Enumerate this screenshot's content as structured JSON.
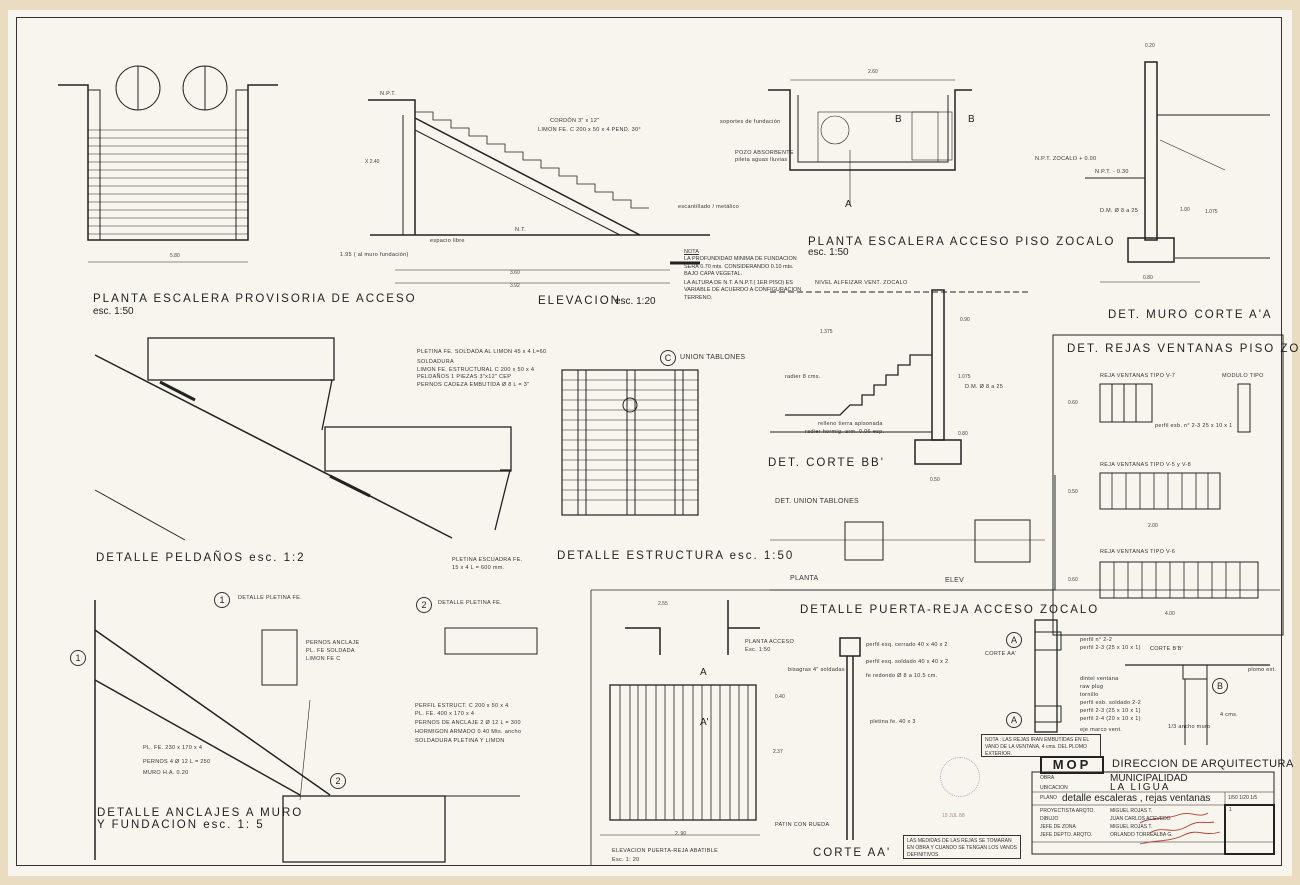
{
  "titles": {
    "planta_provisoria": "PLANTA  ESCALERA  PROVISORIA  DE  ACCESO",
    "planta_provisoria_scale": "esc.  1:50",
    "elevacion": "ELEVACION",
    "elevacion_scale": "esc.  1:20",
    "planta_zocalo": "PLANTA  ESCALERA  ACCESO  PISO  ZOCALO",
    "planta_zocalo_scale": "esc.  1:50",
    "det_muro": "DET.  MURO     CORTE  A'A",
    "det_rejas": "DET.  REJAS  VENTANAS  PISO  ZOCALO",
    "detalle_peldanos": "DETALLE   PELDAÑOS   esc.  1:2",
    "detalle_estructura": "DETALLE   ESTRUCTURA   esc.  1:50",
    "det_corte_bb": "DET.  CORTE  BB'",
    "det_union_tablones": "DET.  UNION  TABLONES",
    "union_tablones": "UNION  TABLONES",
    "detalle_puerta": "DETALLE    PUERTA-REJA  ACCESO  ZOCALO",
    "detalle_anclajes_1": "DETALLE  ANCLAJES  A  MURO",
    "detalle_anclajes_2": "Y  FUNDACION    esc.  1: 5",
    "corte_aa": "CORTE  AA'",
    "elevacion_puerta": "ELEVACION  PUERTA-REJA  ABATIBLE",
    "elevacion_puerta_scale": "Esc.  1: 20",
    "planta_acceso": "PLANTA  ACCESO",
    "planta_acceso_scale": "Esc. 1:50",
    "detalle_pletina_1": "DETALLE  PLETINA  FE.",
    "detalle_pletina_2": "DETALLE  PLETINA  FE.",
    "planta": "PLANTA",
    "elev": "ELEV",
    "reja_v7": "REJA  VENTANAS  TIPO   V-7",
    "modulo_tipo": "MODULO  TIPO",
    "reja_v5": "REJA  VENTANAS  TIPO   V-5  y  V-8",
    "reja_v6": "REJA  VENTANAS  TIPO   V-6",
    "corte_aa_small": "CORTE  AA'",
    "corte_bb_small": "CORTE  B'B'"
  },
  "markers": {
    "one": "1",
    "two": "2",
    "c": "C",
    "a": "A",
    "b": "B",
    "a_prime": "A'"
  },
  "dims": {
    "d580": "5.80",
    "d360": "3.60",
    "d392": "3.92",
    "d260": "2.60",
    "d240": "X 2.40",
    "d020": "0.20",
    "d090": "0.90",
    "d1375": "1.375",
    "d1075": "1.075",
    "d080": "0.80",
    "d060": "0.60",
    "d400": "4.00",
    "d200": "2.00",
    "d255": "2.55",
    "d290": "2. 90",
    "d237": "2.37",
    "d050": "0.50",
    "d040": "0.40",
    "d100": "1.00",
    "d060b": "0.60"
  },
  "labels": {
    "pletina_soldada": "PLETINA  FE.  SOLDADA AL LIMON  45 x 4   L=60",
    "soldadura": "SOLDADURA",
    "limon": "LIMON   FE. ESTRUCTURAL   C  200 x 50 x 4",
    "peldanos": "PELDAÑOS     1 PIEZAS     3\"x12\"   CEP",
    "pernos": "PERNOS   CADEZA  EMBUTIDA    Ø 8    L = 3\"",
    "pletina_escuadra": "PLETINA  ESCUADRA  FE.",
    "pletina_escuadra_dim": "15 x 4      L = 600 mm.",
    "cerco": "CORDÓN    3\" x 12\"",
    "limon_elev": "LIMON  FE. C    200 x 50 x 4    PEND. 30°",
    "escantillado": "escantillado / metálico",
    "espacio_libre": "espacio libre",
    "muro_fundacion": "1.95 ( al muro fundación)",
    "nt": "N.T.",
    "npt": "N.P.T.",
    "soportes": "soportes de fundación",
    "pozo": "POZO  ABSORBENTE",
    "pileta": "pileta  aguas  lluvias",
    "nivel_alfeizar": "NIVEL  ALFEIZAR  VENT.  ZOCALO",
    "npt_zocalo": "N.P.T. ZOCALO + 0.00",
    "npt_030": "N.P.T. - 0.30",
    "dm_25": "D.M.   Ø 8 a 25",
    "radier": "radier    8 cms.",
    "relleno": "relleno  tierra  apisonada",
    "radier_hormigon": "radier  hormig. arm.  0.06 esp.",
    "pernos_anclaje": "PERNOS  ANCLAJE",
    "pl_fe_soldada": "PL. FE  SOLDADA",
    "limon_fe_c": "LIMON  FE  C",
    "perfil_estruct": "PERFIL  ESTRUCT.  C   200 x 50 x 4",
    "pl_fe_400": "PL. FE.    400 x 170 x 4",
    "pernos_anclaje_2": "PERNOS DE  ANCLAJE   2  Ø 12   L = 300",
    "hormigon_armado": "HORMIGON  ARMADO   0.40 Mts. ancho",
    "soldadura_pletina": "SOLDADURA   PLETINA  Y  LIMON",
    "pl_fe_230": "PL. FE.    230 x 170 x 4",
    "pernos_4": "PERNOS    4  Ø  12   L = 250",
    "muro_ha": "MURO  H.A.    0.20",
    "bisagras": "bisagras   4\"  soldadas",
    "patin": "PATIN  CON  RUEDA",
    "perfil_esq_cerrado": "perfil  esq. cerrado   40 x 40 x 2",
    "perfil_esq_soldado": "perfil  esq. soldado  40 x 40 x 2",
    "fe_redondo": "fe  redondo    Ø  8  a  10.5 cm.",
    "pletina_fe": "pletina  fe.         40 x 3",
    "perfil_2_2": "perfil  n° 2-2",
    "perfil_2_3": "perfil  2-3  (25 x 10 x 1)",
    "dintel": "dintel  ventana",
    "raw_plug": "raw  plug",
    "tornillo": "tornillo",
    "perfil_soldado": "perfil  esb. soldado  2-2",
    "perfil_2_3b": "perfil  2-3   (25 x 10 x 1)",
    "perfil_2_4": "perfil  2-4   (20 x 10 x 1)",
    "eje_marco": "eje  marco  vent.",
    "ancho_muro": "1/3  ancho  muro",
    "plomo": "plomo  ext.",
    "cuatro_cms": "4 cms.",
    "perfil_esb_2_3": "perfil  esb. n° 2-3     25 x 10 x 1"
  },
  "notes": {
    "nota_title": "NOTA",
    "nota_fundacion": "LA PROFUNDIDAD MINIMA DE FUNDACION SERA 0.70 mts. CONSIDERANDO 0.10 mts. BAJO CAPA VEGETAL.",
    "nota_altura": "LA ALTURA DE N.T. A N.P.T.( 1ER PISO) ES VARIABLE DE ACUERDO A CONFIGURACION TERRENO.",
    "nota_rejas": "NOTA : LAS REJAS IRAN EMBUTIDAS EN EL VANO DE LA VENTANA, 4 cms. DEL PLOMO EXTERIOR.",
    "nota_medidas": "LAS MEDIDAS DE LAS REJAS SE TOMARAN EN OBRA Y CUANDO SE TENGAN LOS VANOS DEFINITIVOS",
    "stamp_date": "19 JUL 88"
  },
  "title_block": {
    "logo": "MOP",
    "direccion": "DIRECCION  DE  ARQUITECTURA",
    "obra_label": "OBRA",
    "obra_value": "MUNICIPALIDAD",
    "ubicacion_label": "UBICACION",
    "ubicacion_value": "LA   LIGUA",
    "plano_label": "PLANO",
    "plano_value": "detalle  escaleras , rejas  ventanas",
    "escala_value": "1/50  1/20  1/5",
    "rows": [
      {
        "role": "PROYECTISTA  ARQTO.",
        "name": "MIGUEL  ROJAS  T."
      },
      {
        "role": "DIBUJO",
        "name": "JUAN  CARLOS  ACEVEDO"
      },
      {
        "role": "JEFE  DE  ZONA",
        "name": "MIGUEL  ROJAS  T."
      },
      {
        "role": "JEFE  DEPTO.  ARQTO.",
        "name": "ORLANDO  TORREALBA  G."
      }
    ],
    "sheet_number": "1"
  },
  "colors": {
    "paper": "#f7f5ee",
    "ink": "#222222",
    "border": "#e9dcc0",
    "signature": "#c0392b"
  }
}
